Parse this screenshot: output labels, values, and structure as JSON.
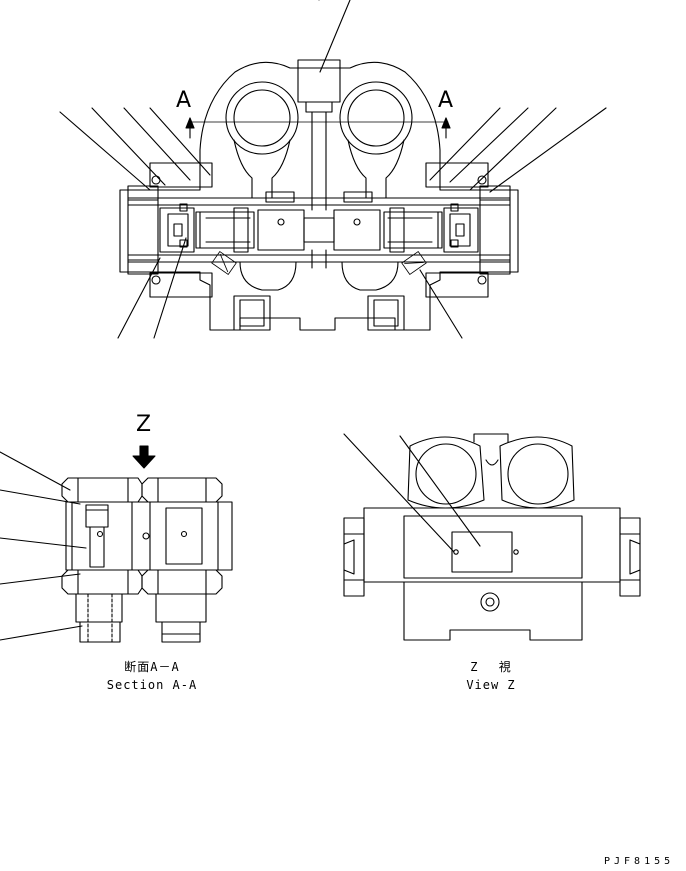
{
  "section_markers": {
    "left": "A",
    "right": "A"
  },
  "view_marker": "Z",
  "captions": {
    "section": {
      "jp": "断面A－A",
      "en": "Section A-A"
    },
    "view": {
      "jp": "Z 視",
      "en": "View Z"
    }
  },
  "drawing_code": "PJF8155",
  "colors": {
    "line": "#000000",
    "background": "#ffffff"
  }
}
